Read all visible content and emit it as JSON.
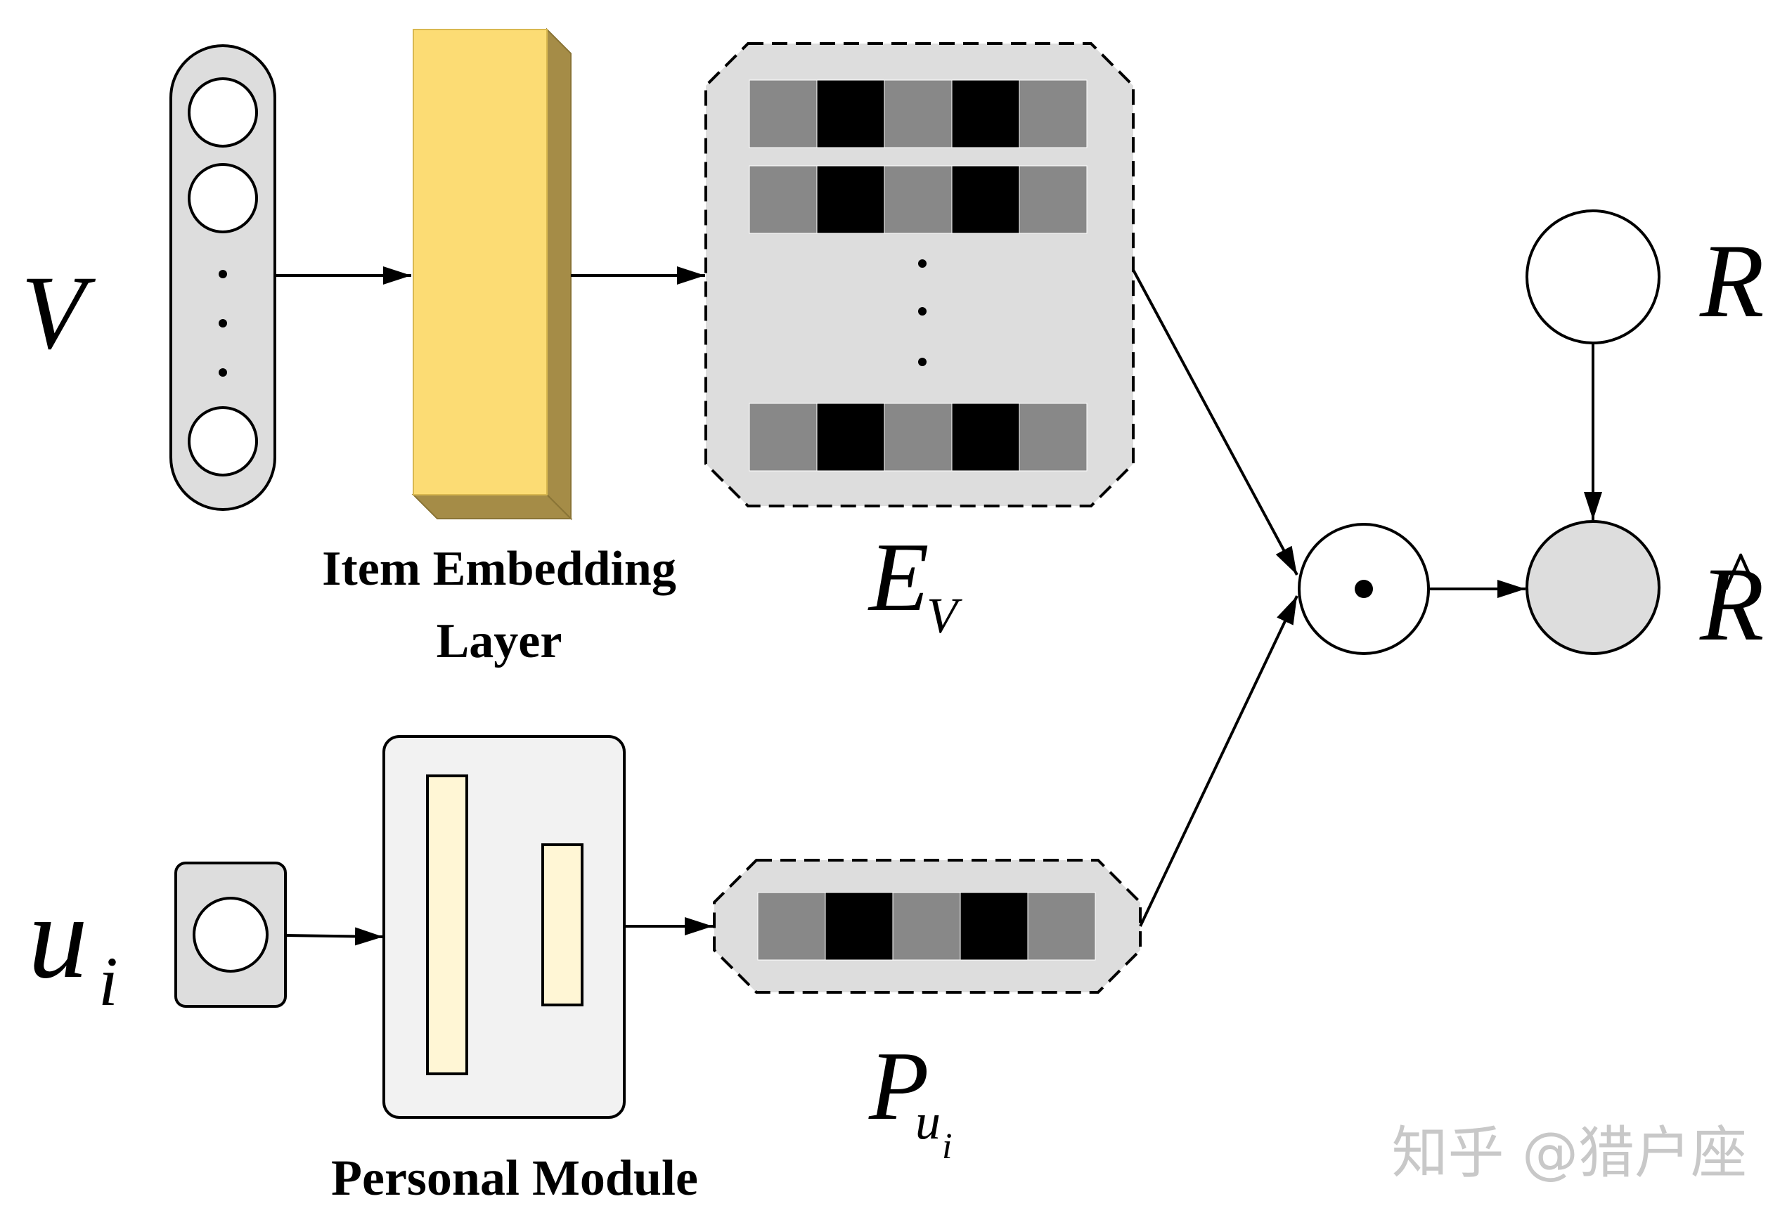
{
  "labels": {
    "input_v": "V",
    "input_u": "u",
    "input_u_sub": "i",
    "item_embedding_line1": "Item Embedding",
    "item_embedding_line2": "Layer",
    "ev": "E",
    "ev_sub": "V",
    "pu": "P",
    "pu_sub": "u",
    "pu_subsub": "i",
    "personal_module": "Personal Module",
    "r": "R",
    "r_hat": "R",
    "r_hat_accent": "^",
    "dot_product": "•"
  },
  "watermark": "知乎 @猎户座",
  "colors": {
    "embedding_front": "#fcdc74",
    "embedding_side": "#a58c47",
    "container_gray": "#dddddd",
    "module_bg": "#f2f2f2",
    "module_bar": "#fff6d5",
    "cell_gray": "#888888",
    "cell_black": "#000000",
    "r_hat_fill": "#dddddd"
  }
}
